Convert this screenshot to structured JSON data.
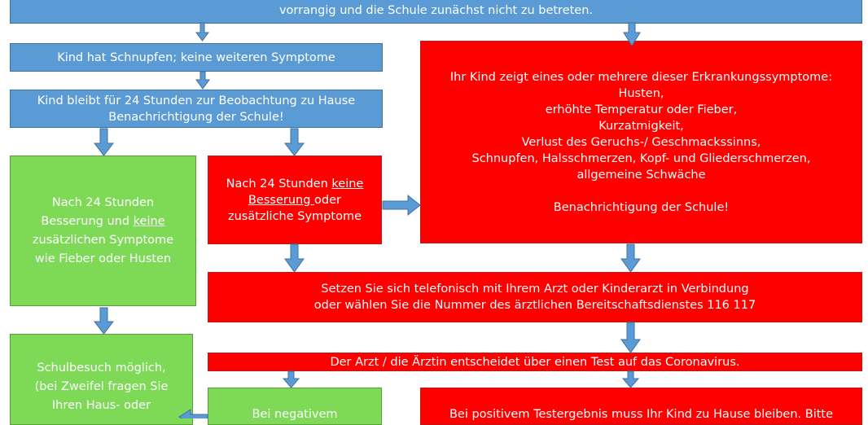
{
  "top_banner": {
    "text": "vorrangig und die Schule zunächst nicht zu betreten."
  },
  "snuffle_box": {
    "text": "Kind hat Schnupfen; keine weiteren Symptome"
  },
  "observe_box": {
    "line1": "Kind bleibt für 24 Stunden zur Beobachtung zu Hause",
    "line2": "Benachrichtigung der Schule!"
  },
  "symptoms_box": {
    "intro": "Ihr Kind zeigt eines oder mehrere dieser  Erkrankungssymptome:",
    "symptoms": [
      "Husten,",
      "erhöhte Temperatur oder Fieber,",
      "Kurzatmigkeit,",
      "Verlust des Geruchs-/ Geschmackssinns,",
      "Schnupfen, Halsschmerzen, Kopf- und Gliederschmerzen,",
      "allgemeine Schwäche"
    ],
    "notice": "Benachrichtigung der Schule!"
  },
  "improved_box": {
    "line1": "Nach 24 Stunden",
    "line2_pre": "Besserung und ",
    "line2_u": "keine",
    "line3": "zusätzlichen Symptome",
    "line4": "wie Fieber oder Husten"
  },
  "no_improvement_box": {
    "line1_pre": "Nach 24 Stunden ",
    "line1_u": "keine",
    "line2_u": "Besserung ",
    "line2_post": "oder",
    "line3": "zusätzliche Symptome"
  },
  "call_doctor_box": {
    "line1": "Setzen Sie sich telefonisch mit Ihrem Arzt oder Kinderarzt in Verbindung",
    "line2": "oder wählen Sie die Nummer des ärztlichen Bereitschaftsdienstes 116 117"
  },
  "doctor_decides_box": {
    "text": "Der Arzt / die Ärztin entscheidet über einen Test auf das Coronavirus."
  },
  "school_visit_box": {
    "line1": "Schulbesuch möglich,",
    "line2": "(bei Zweifel fragen Sie",
    "line3": "Ihren Haus- oder"
  },
  "negative_box": {
    "line1": "Bei negativem"
  },
  "positive_box": {
    "line1": "Bei positivem Testergebnis muss Ihr Kind zu Hause bleiben. Bitte"
  },
  "colors": {
    "blue": "#5b9bd5",
    "red": "#ff0000",
    "green": "#7ed957"
  }
}
